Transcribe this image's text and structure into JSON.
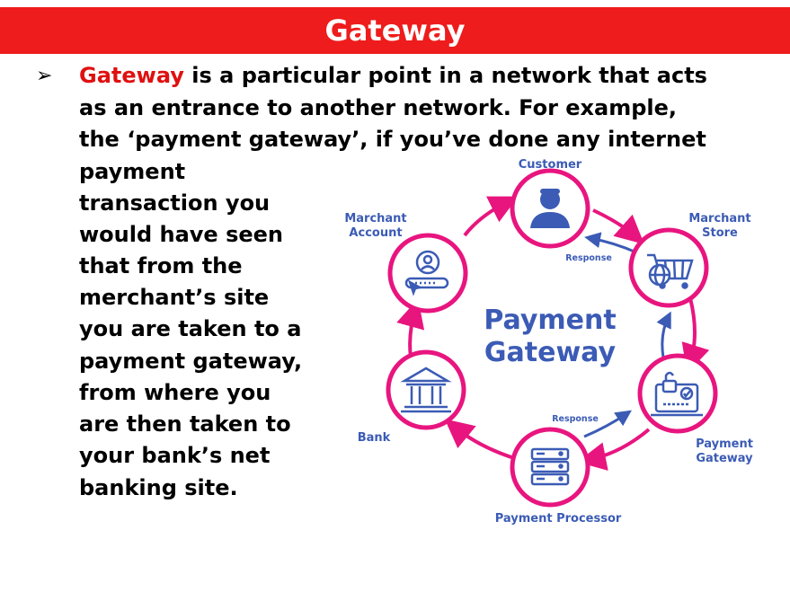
{
  "header": {
    "title": "Gateway"
  },
  "body": {
    "bullet_symbol": "➢",
    "term": "Gateway",
    "line1_rest": " is a particular point in a network that acts",
    "line2": "as an entrance to another network. For example,",
    "line3": "the ‘payment gateway’, if you’ve done any internet",
    "line4": "payment",
    "line5": "transaction you",
    "line6": "would have seen",
    "line7": "that from the",
    "line8": "merchant’s site",
    "line9": "you are taken to a",
    "line10": "payment gateway,",
    "line11": "from where you",
    "line12": "are then taken to",
    "line13": "your bank’s net",
    "line14": "banking site."
  },
  "diagram": {
    "center_line1": "Payment",
    "center_line2": "Gateway",
    "customer": "Customer",
    "merchant_store_1": "Marchant",
    "merchant_store_2": "Store",
    "merchant_account_1": "Marchant",
    "merchant_account_2": "Account",
    "bank": "Bank",
    "payment_processor": "Payment Processor",
    "payment_gateway_1": "Payment",
    "payment_gateway_2": "Gateway",
    "response_top": "Response",
    "response_bottom": "Response",
    "colors": {
      "ring": "#e8157f",
      "icon": "#3b5bb5",
      "header": "#ee1c1c"
    }
  }
}
